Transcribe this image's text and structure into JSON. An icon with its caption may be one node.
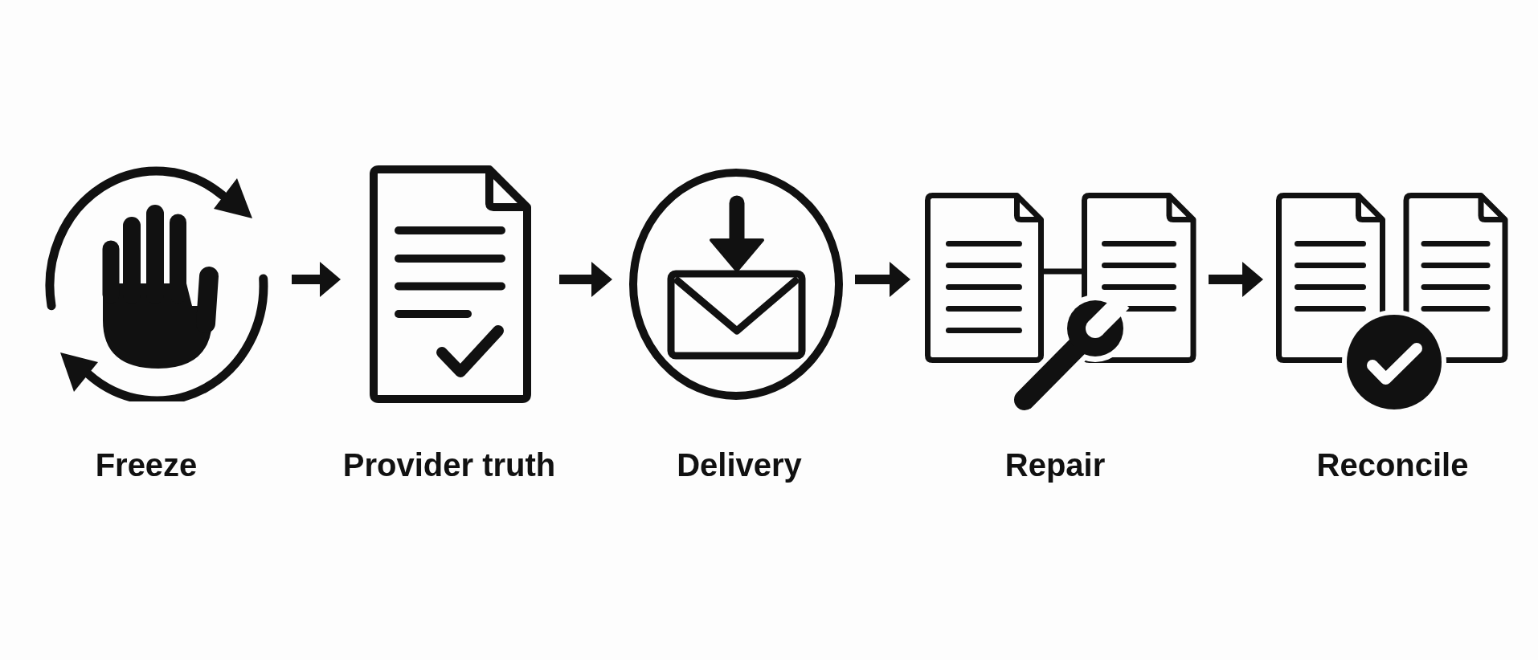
{
  "diagram": {
    "nodes": [
      {
        "text": [
          "Freeze"
        ]
      },
      {
        "text": [
          "Provider truth"
        ]
      },
      {
        "text": [
          "Delivery"
        ]
      },
      {
        "text": [
          "Repair"
        ]
      },
      {
        "text": [
          "Reconcile"
        ]
      }
    ],
    "edges": [
      {
        "from": 0,
        "to": 1,
        "arrow": "to"
      },
      {
        "from": 1,
        "to": 2,
        "arrow": "to"
      },
      {
        "from": 2,
        "to": 3,
        "arrow": "to"
      },
      {
        "from": 3,
        "to": 4,
        "arrow": "to"
      }
    ]
  }
}
